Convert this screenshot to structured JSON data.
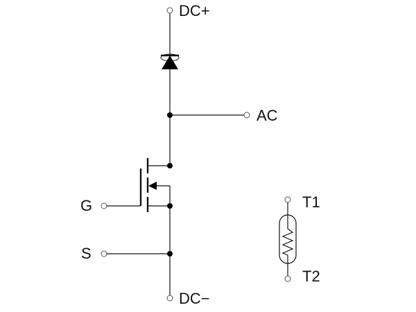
{
  "labels": {
    "dc_plus": "DC+",
    "dc_minus": "DC−",
    "ac": "AC",
    "gate": "G",
    "source": "S",
    "t1": "T1",
    "t2": "T2"
  },
  "colors": {
    "line": "#111111",
    "pin_outline": "#555555"
  }
}
